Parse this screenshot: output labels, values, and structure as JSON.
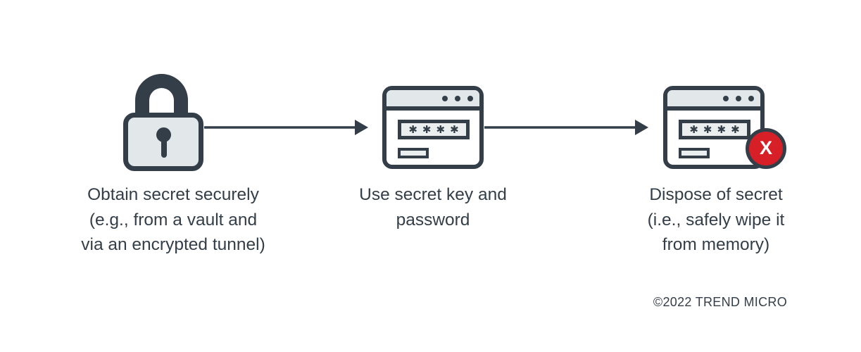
{
  "diagram": {
    "colors": {
      "ink": "#333e48",
      "panel_fill": "#e2e7e9",
      "field_fill": "#eaeeef",
      "error_red": "#d71f28",
      "badge_text_color": "#ffffff"
    },
    "steps": [
      {
        "icon": "padlock-icon",
        "caption_lines": {
          "line1": "Obtain secret securely",
          "line2": "(e.g., from a vault and",
          "line3": "via an encrypted tunnel)"
        }
      },
      {
        "icon": "password-window-icon",
        "password_mask": "✱✱✱✱",
        "caption_lines": {
          "line1": "Use secret key and",
          "line2": "password"
        }
      },
      {
        "icon": "password-window-error-icon",
        "password_mask": "✱✱✱✱",
        "badge_label": "X",
        "caption_lines": {
          "line1": "Dispose of secret",
          "line2": "(i.e., safely wipe it",
          "line3": "from memory)"
        }
      }
    ],
    "footer": {
      "copyright": "©2022 TREND MICRO"
    }
  }
}
